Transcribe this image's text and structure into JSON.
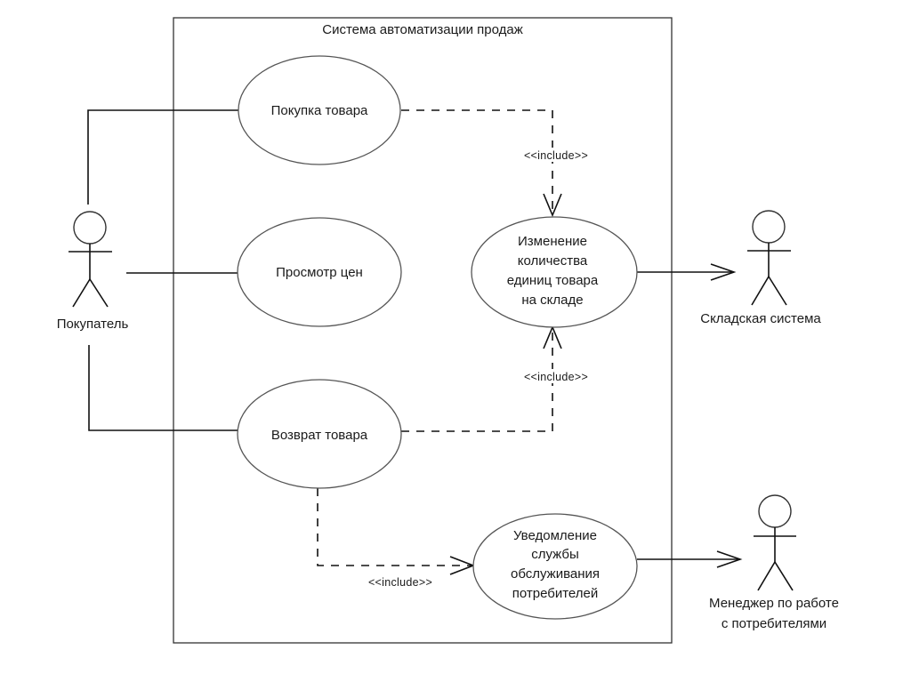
{
  "diagram": {
    "type": "uml-use-case",
    "system_boundary": {
      "title": "Система автоматизации продаж"
    },
    "actors": [
      {
        "id": "buyer",
        "label": [
          "Покупатель"
        ]
      },
      {
        "id": "warehouse",
        "label": [
          "Складская система"
        ]
      },
      {
        "id": "manager",
        "label": [
          "Менеджер по работе",
          "с потребителями"
        ]
      }
    ],
    "use_cases": [
      {
        "id": "purchase",
        "label": [
          "Покупка товара"
        ]
      },
      {
        "id": "view_prices",
        "label": [
          "Просмотр цен"
        ]
      },
      {
        "id": "return",
        "label": [
          "Возврат товара"
        ]
      },
      {
        "id": "change_stock",
        "label": [
          "Изменение",
          "количества",
          "единиц товара",
          "на складе"
        ]
      },
      {
        "id": "notify_service",
        "label": [
          "Уведомление",
          "службы",
          "обслуживания",
          "потребителей"
        ]
      }
    ],
    "relationships": [
      {
        "type": "association",
        "from": "buyer",
        "to": "purchase"
      },
      {
        "type": "association",
        "from": "buyer",
        "to": "view_prices"
      },
      {
        "type": "association",
        "from": "buyer",
        "to": "return"
      },
      {
        "type": "include",
        "from": "purchase",
        "to": "change_stock",
        "label": "<<include>>"
      },
      {
        "type": "include",
        "from": "return",
        "to": "change_stock",
        "label": "<<include>>"
      },
      {
        "type": "include",
        "from": "return",
        "to": "notify_service",
        "label": "<<include>>"
      },
      {
        "type": "directed-association",
        "from": "change_stock",
        "to": "warehouse"
      },
      {
        "type": "directed-association",
        "from": "notify_service",
        "to": "manager"
      }
    ]
  }
}
